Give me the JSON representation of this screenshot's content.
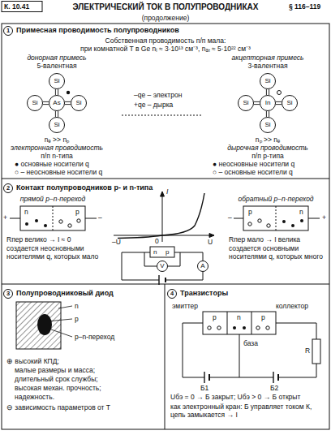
{
  "diagram": {
    "title": "ЭЛЕКТРИЧЕСКИЙ ТОК В ПОЛУПРОВОДНИКАХ",
    "nodes": [
      {
        "text": [
          "1"
        ]
      },
      {
        "text": [
          "Si"
        ]
      },
      {
        "text": [
          "Si"
        ]
      },
      {
        "text": [
          "As"
        ]
      },
      {
        "text": [
          "Si"
        ]
      },
      {
        "text": [
          "Si"
        ]
      },
      {
        "text": [
          "Si"
        ]
      },
      {
        "text": [
          "Si"
        ]
      },
      {
        "text": [
          "In"
        ]
      },
      {
        "text": [
          "Si"
        ]
      },
      {
        "text": [
          "Si"
        ]
      },
      {
        "text": [
          "2"
        ]
      },
      {
        "text": [
          "V"
        ]
      },
      {
        "text": [
          "A"
        ]
      },
      {
        "text": [
          "3"
        ]
      },
      {
        "text": [
          "4"
        ]
      }
    ],
    "edges": [
      {
        "from": 1,
        "to": 3,
        "arrow": "none"
      },
      {
        "from": 2,
        "to": 3,
        "arrow": "none"
      },
      {
        "from": 3,
        "to": 4,
        "arrow": "none"
      },
      {
        "from": 3,
        "to": 5,
        "arrow": "none"
      },
      {
        "from": 6,
        "to": 8,
        "arrow": "none"
      },
      {
        "from": 7,
        "to": 8,
        "arrow": "none"
      },
      {
        "from": 8,
        "to": 9,
        "arrow": "none"
      },
      {
        "from": 8,
        "to": 10,
        "arrow": "none"
      }
    ],
    "labels": [
      "К. 10.41",
      "§ 116–119",
      "(продолжение)",
      "Примесная проводимость полупроводников",
      "Собственная проводимость п/п мала:",
      "при комнатной T в Ge nᵢ ≈ 3·10¹³ см⁻³, nₐₜ ≈ 5·10²² см⁻³",
      "донорная примесь",
      "5-валентная",
      "–qe – электрон",
      "+qe – дырка",
      "акцепторная примесь",
      "3-валентная",
      "nₑ >> nₚ",
      "электронная проводимость",
      "п/п n-типа",
      "● основные носители q",
      "○ – неосновные носители q",
      "nₚ >> nₑ",
      "дырочная проводимость",
      "п/п p-типа",
      "● неосновные носители q",
      "○ – основные носители q",
      "Контакт полупроводников p- и n-типа",
      "прямой p–n-переход",
      "n",
      "p",
      "+",
      "–",
      "Rпер велико → I ≈ 0",
      "создается неосновными носителями q, которых мало",
      "I",
      "–U",
      "U",
      "0",
      "n",
      "p",
      "обратный p–n-переход",
      "p",
      "n",
      "–",
      "+",
      "Rпер мало → I велика",
      "создается основными носителями q, которых много",
      "Полупроводниковый диод",
      "n",
      "p",
      "p–n-переход",
      "⊕ высокий КПД;",
      "малые размеры и масса;",
      "длительный срок службы;",
      "высокая механ. прочность;",
      "надежность.",
      "⊖ зависимость параметров от T",
      "Транзисторы",
      "эмиттер",
      "коллектор",
      "p",
      "n",
      "p",
      "база",
      "Б1",
      "Б2",
      "R",
      "Uбэ = 0 → Б закрыт; Uбэ > 0 → Б открыт",
      "как электронный кран: Б управляет током К, цепь замыкается → I"
    ]
  }
}
